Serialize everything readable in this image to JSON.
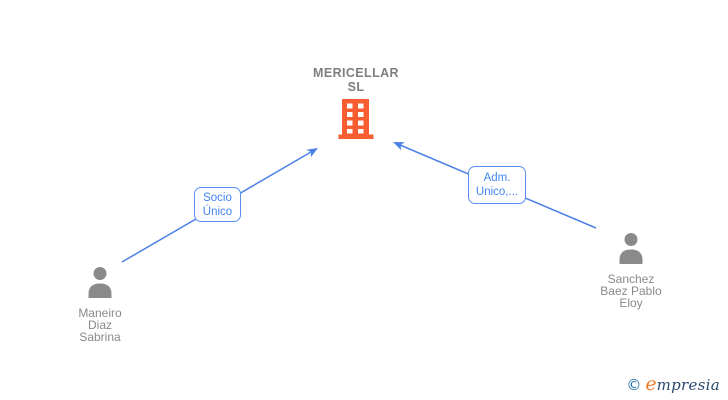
{
  "company": {
    "name_lines": [
      "MERICELLAR",
      "SL"
    ],
    "icon": "building-icon"
  },
  "edges": [
    {
      "label_lines": [
        "Socio",
        "Único"
      ],
      "from": "Maneiro Diaz Sabrina",
      "to": "MERICELLAR SL"
    },
    {
      "label_lines": [
        "Adm.",
        "Unico,..."
      ],
      "from": "Sanchez Baez Pablo Eloy",
      "to": "MERICELLAR SL"
    }
  ],
  "people": [
    {
      "name_lines": [
        "Maneiro",
        "Diaz",
        "Sabrina"
      ],
      "icon": "person-icon"
    },
    {
      "name_lines": [
        "Sanchez",
        "Baez Pablo",
        "Eloy"
      ],
      "icon": "person-icon"
    }
  ],
  "watermark": {
    "copyright": "©",
    "brand_initial": "e",
    "brand_rest": "mpresia"
  },
  "colors": {
    "edge_blue": "#4d80e6",
    "label_blue": "#4285f4",
    "label_border_blue": "#5c90f0",
    "building_orange": "#f95d32",
    "person_gray": "#8a8a8a",
    "title_gray": "#7f7f7f",
    "watermark_orange": "#ee7b28",
    "watermark_navy": "#2a4a6e",
    "background": "#ffffff"
  }
}
